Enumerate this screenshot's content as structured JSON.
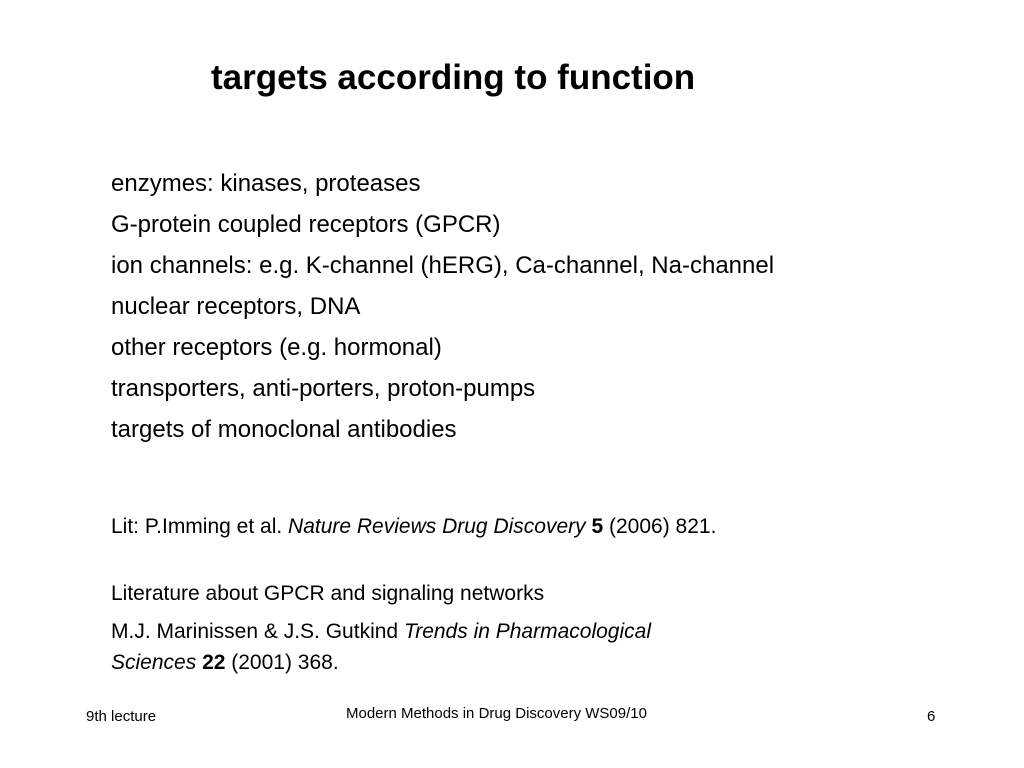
{
  "slide": {
    "title": "targets according to function",
    "items": [
      "enzymes: kinases, proteases",
      "G-protein coupled receptors (GPCR)",
      "ion channels: e.g. K-channel (hERG), Ca-channel, Na-channel",
      "nuclear receptors, DNA",
      "other receptors (e.g. hormonal)",
      "transporters, anti-porters, proton-pumps",
      "targets of monoclonal antibodies"
    ],
    "references": {
      "lit_prefix": "Lit: P.Imming et al. ",
      "lit_journal": "Nature Reviews Drug Discovery",
      "lit_volume": "5",
      "lit_suffix": " (2006) 821.",
      "gpcr_heading": "Literature about GPCR and signaling networks",
      "gpcr_authors": "M.J. Marinissen & J.S. Gutkind ",
      "gpcr_journal_line1": "Trends in Pharmacological",
      "gpcr_journal_line2": "Sciences",
      "gpcr_volume": "22",
      "gpcr_suffix": " (2001) 368."
    }
  },
  "footer": {
    "left": "9th lecture",
    "center": "Modern Methods in Drug Discovery WS09/10",
    "page_number": "6"
  }
}
